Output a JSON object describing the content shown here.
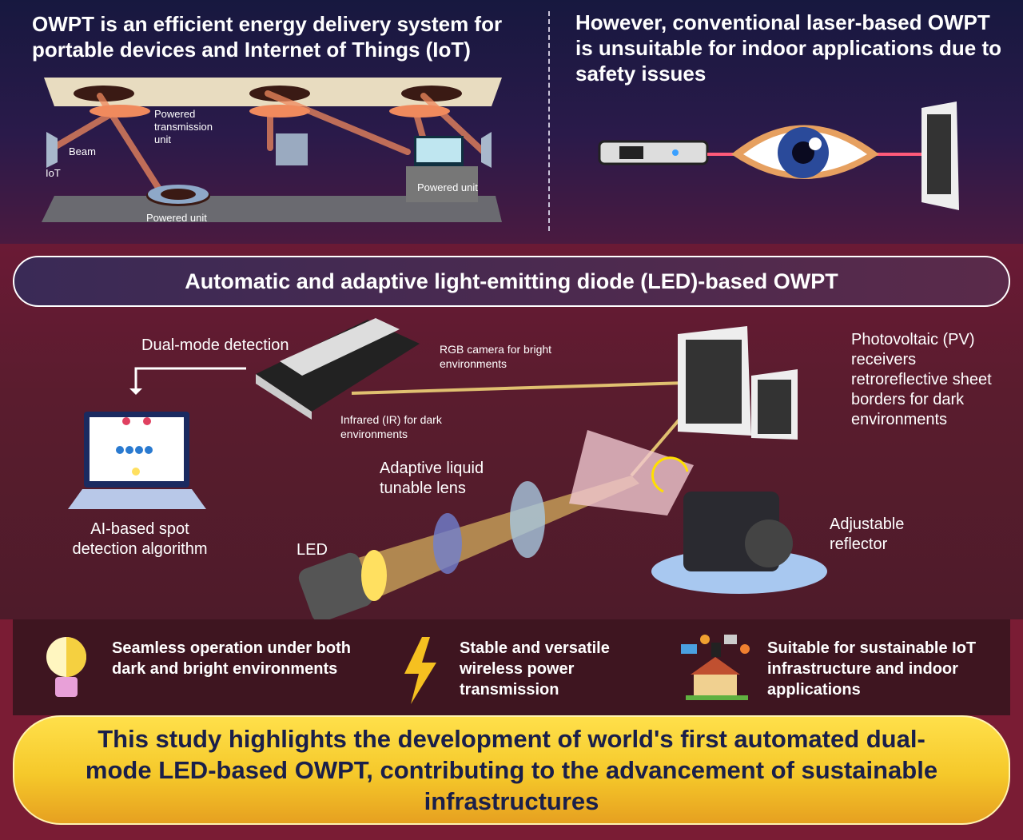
{
  "top_left": {
    "heading": "OWPT is an efficient energy delivery system for portable devices and Internet of Things (IoT)",
    "labels": {
      "transmission": "Powered transmission unit",
      "beam": "Beam",
      "iot": "IoT",
      "powered_unit_pad": "Powered unit",
      "powered_unit_desk": "Powered unit"
    }
  },
  "top_right": {
    "heading": "However, conventional laser-based OWPT is unsuitable for indoor applications due to safety issues"
  },
  "main": {
    "title": "Automatic and adaptive light-emitting diode (LED)-based OWPT",
    "labels": {
      "dual_mode": "Dual-mode detection",
      "rgb": "RGB camera for bright environments",
      "ir": "Infrared (IR) for dark environments",
      "pv": "Photovoltaic (PV) receivers retroreflective sheet borders for dark environments",
      "ai": "AI-based spot detection algorithm",
      "lens": "Adaptive liquid tunable lens",
      "led": "LED",
      "reflector": "Adjustable reflector"
    }
  },
  "features": [
    {
      "icon": "lightbulb-icon",
      "text": "Seamless operation under both dark and bright environments"
    },
    {
      "icon": "lightning-icon",
      "text": "Stable and versatile wireless power transmission"
    },
    {
      "icon": "smart-home-icon",
      "text": "Suitable for sustainable IoT infrastructure and indoor applications"
    }
  ],
  "conclusion": "This study highlights the development of world's first automated dual-mode LED-based OWPT, contributing to the advancement of sustainable infrastructures",
  "colors": {
    "accent_yellow": "#f5c82a",
    "maroon": "#5a1c2e",
    "navy": "#17183f",
    "beam": "#f08a5d"
  }
}
